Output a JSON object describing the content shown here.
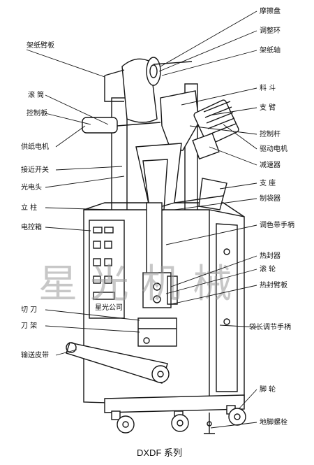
{
  "labels_right": [
    "摩擦盘",
    "调整环",
    "架纸轴",
    "料  斗",
    "支  臂",
    "控制杆",
    "驱动电机",
    "减速器",
    "支  座",
    "制袋器",
    "调色带手柄",
    "热封器",
    "滚  轮",
    "热封臂板",
    "袋长调节手柄",
    "脚  轮",
    "地脚螺栓"
  ],
  "labels_left": [
    "架纸臂板",
    "滚  筒",
    "控制板",
    "供纸电机",
    "接近开关",
    "光电头",
    "立  柱",
    "电控箱",
    "切  刀",
    "刀  架",
    "输送皮带"
  ],
  "watermark": "星  光  机  械",
  "panel_text": "星光公司",
  "caption": "DXDF  系列"
}
